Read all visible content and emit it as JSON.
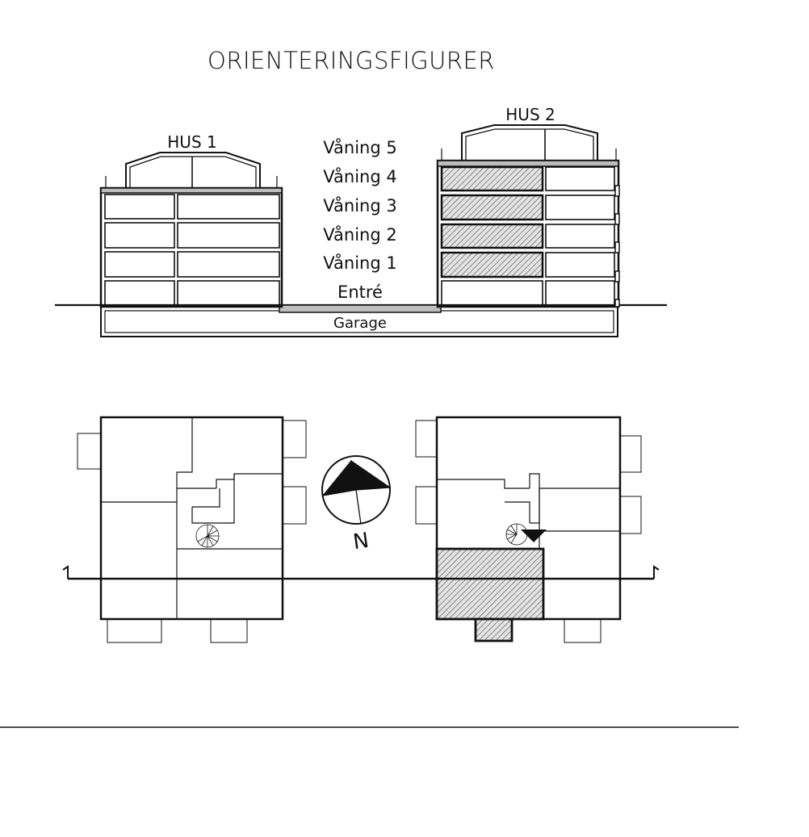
{
  "title": "ORIENTERINGSFIGURER",
  "section": {
    "house1_label": "HUS 1",
    "house2_label": "HUS 2",
    "floors": [
      "Våning 5",
      "Våning 4",
      "Våning 3",
      "Våning 2",
      "Våning 1",
      "Entré"
    ],
    "garage_label": "Garage",
    "highlighted_floors_hus2": [
      "Våning 4",
      "Våning 3",
      "Våning 2",
      "Våning 1"
    ]
  },
  "plan": {
    "north_label": "N"
  },
  "colors": {
    "line": "#111111",
    "hatch": "#555555",
    "ground_fill": "#bdbdbd",
    "background": "#ffffff"
  }
}
